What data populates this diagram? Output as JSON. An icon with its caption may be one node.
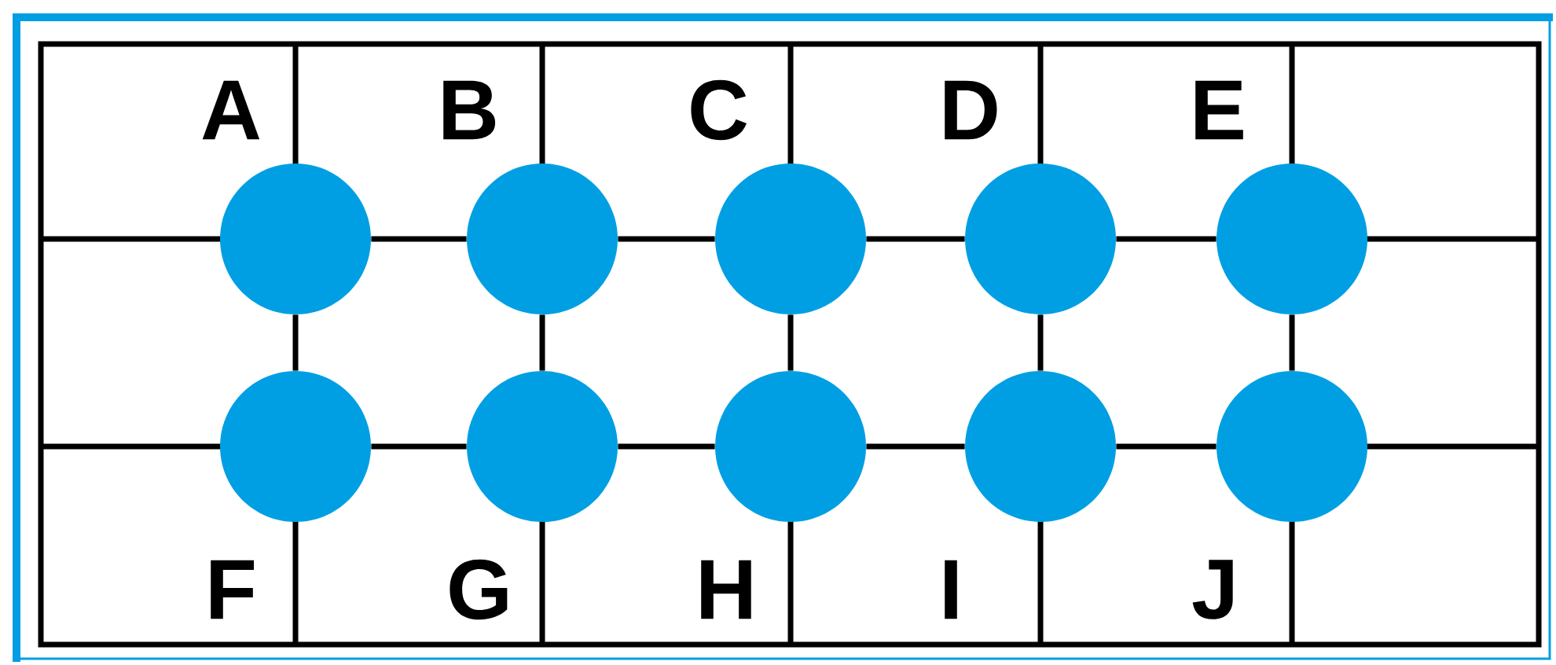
{
  "diagram": {
    "nodes": [
      {
        "text": [],
        "shape": "circle",
        "beside": [
          "A"
        ]
      },
      {
        "text": [],
        "shape": "circle",
        "beside": [
          "B"
        ]
      },
      {
        "text": [],
        "shape": "circle",
        "beside": [
          "C"
        ]
      },
      {
        "text": [],
        "shape": "circle",
        "beside": [
          "D"
        ]
      },
      {
        "text": [],
        "shape": "circle",
        "beside": [
          "E"
        ]
      },
      {
        "text": [],
        "shape": "circle",
        "beside": [
          "F"
        ]
      },
      {
        "text": [],
        "shape": "circle",
        "beside": [
          "G"
        ]
      },
      {
        "text": [],
        "shape": "circle",
        "beside": [
          "H"
        ]
      },
      {
        "text": [],
        "shape": "circle",
        "beside": [
          "I"
        ]
      },
      {
        "text": [],
        "shape": "circle",
        "beside": [
          "J"
        ]
      }
    ],
    "edges": [
      {
        "from": 0,
        "to": 1,
        "arrow": "none"
      },
      {
        "from": 1,
        "to": 2,
        "arrow": "none"
      },
      {
        "from": 2,
        "to": 3,
        "arrow": "none"
      },
      {
        "from": 3,
        "to": 4,
        "arrow": "none"
      },
      {
        "from": 5,
        "to": 6,
        "arrow": "none"
      },
      {
        "from": 6,
        "to": 7,
        "arrow": "none"
      },
      {
        "from": 7,
        "to": 8,
        "arrow": "none"
      },
      {
        "from": 8,
        "to": 9,
        "arrow": "none"
      },
      {
        "from": 0,
        "to": 5,
        "arrow": "none"
      },
      {
        "from": 1,
        "to": 6,
        "arrow": "none"
      },
      {
        "from": 2,
        "to": 7,
        "arrow": "none"
      },
      {
        "from": 3,
        "to": 8,
        "arrow": "none"
      },
      {
        "from": 4,
        "to": 9,
        "arrow": "none"
      }
    ]
  }
}
